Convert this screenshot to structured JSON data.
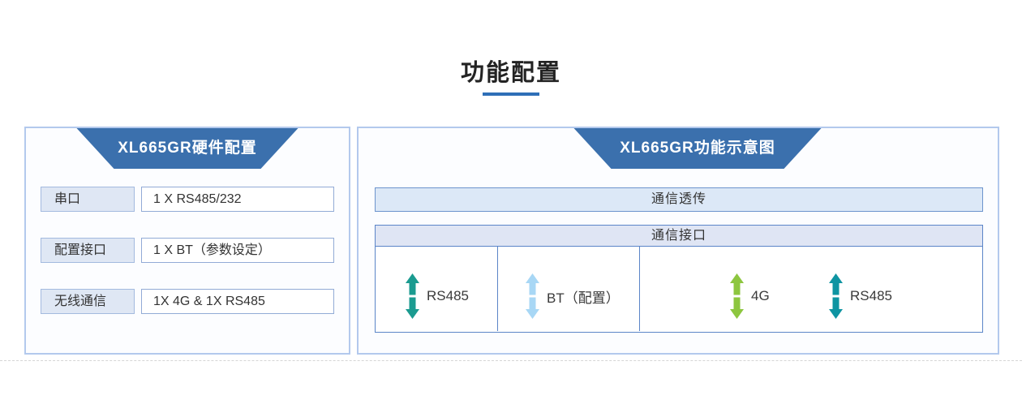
{
  "page": {
    "title": "功能配置"
  },
  "colors": {
    "header_blue": "#3b70ad",
    "underline_blue": "#2e6fb7",
    "panel_border": "#b3c9ed",
    "box_border_blue": "#5b85c8",
    "light_blue_fill": "#dce8f7"
  },
  "left_panel": {
    "title": "XL665GR硬件配置",
    "rows": [
      {
        "label": "串口",
        "value": "1 X RS485/232"
      },
      {
        "label": "配置接口",
        "value": "1 X BT（参数设定）"
      },
      {
        "label": "无线通信",
        "value": "1X 4G & 1X RS485"
      }
    ]
  },
  "right_panel": {
    "title": "XL665GR功能示意图",
    "top_bar": "通信透传",
    "interface_box": {
      "header": "通信接口",
      "items": [
        {
          "label": "RS485",
          "arrow_color": "#1b9b90"
        },
        {
          "label": "BT（配置）",
          "arrow_color": "#a8d7f5"
        },
        {
          "label": "4G",
          "arrow_color": "#8dc63f"
        },
        {
          "label": "RS485",
          "arrow_color": "#0e94a2"
        }
      ]
    }
  }
}
